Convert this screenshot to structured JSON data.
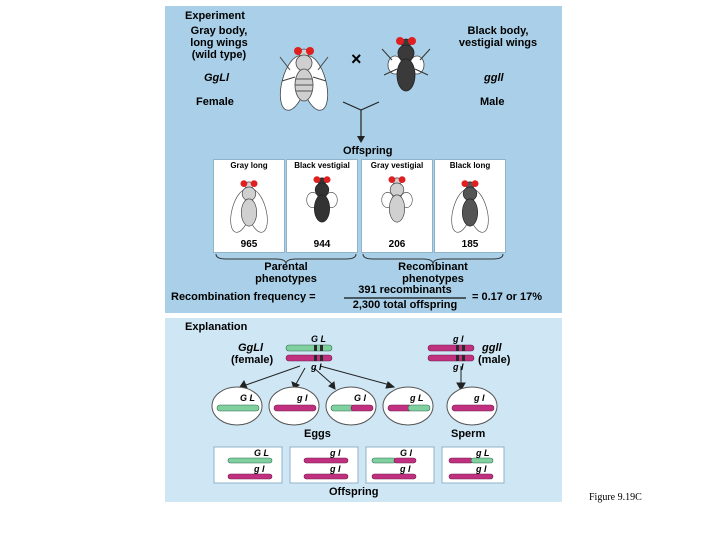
{
  "experiment": {
    "heading": "Experiment",
    "female": {
      "desc_lines": [
        "Gray body,",
        "long wings",
        "(wild type)"
      ],
      "genotype": "GgLl",
      "sex": "Female"
    },
    "male": {
      "desc_lines": [
        "Black body,",
        "vestigial wings"
      ],
      "genotype": "ggll",
      "sex": "Male"
    },
    "cross_symbol": "×",
    "offspring_label": "Offspring",
    "phenotypes": [
      {
        "label": "Gray long",
        "count": "965"
      },
      {
        "label": "Black vestigial",
        "count": "944"
      },
      {
        "label": "Gray vestigial",
        "count": "206"
      },
      {
        "label": "Black long",
        "count": "185"
      }
    ],
    "parental_label": [
      "Parental",
      "phenotypes"
    ],
    "recombinant_label": [
      "Recombinant",
      "phenotypes"
    ],
    "recomb_frequency": {
      "label": "Recombination frequency =",
      "numerator": "391 recombinants",
      "denominator": "2,300 total offspring",
      "result": "= 0.17 or 17%"
    }
  },
  "explanation": {
    "heading": "Explanation",
    "female_genotype": "GgLl",
    "female_label": "(female)",
    "male_genotype": "ggll",
    "male_label": "(male)",
    "female_top_alleles": "G L",
    "female_bottom_alleles": "g l",
    "male_top_alleles": "g l",
    "male_bottom_alleles": "g l",
    "eggs": [
      "G L",
      "g l",
      "G l",
      "g L"
    ],
    "sperm": "g l",
    "eggs_label": "Eggs",
    "sperm_label": "Sperm",
    "offspring_cells": [
      {
        "top": "G L",
        "bottom": "g l"
      },
      {
        "top": "g l",
        "bottom": "g l"
      },
      {
        "top": "G l",
        "bottom": "g l"
      },
      {
        "top": "g L",
        "bottom": "g l"
      }
    ],
    "offspring_label": "Offspring",
    "colors": {
      "green": "#7fcf9f",
      "magenta": "#c0307f",
      "dark_band": "#2a2a2a"
    }
  },
  "figure_caption": "Figure 9.19C"
}
